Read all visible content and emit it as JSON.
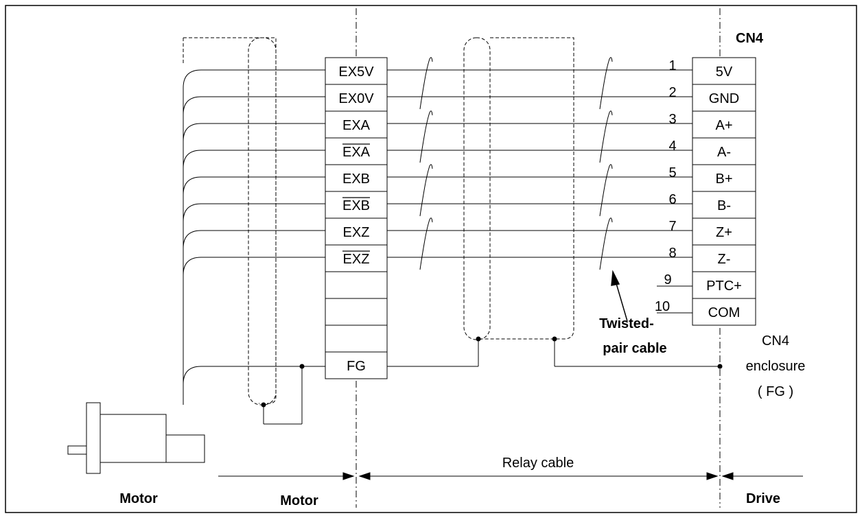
{
  "connector": "CN4",
  "encoder_signals": [
    "EX5V",
    "EX0V",
    "EXA",
    "EXA",
    "EXB",
    "EXB",
    "EXZ",
    "EXZ"
  ],
  "encoder_signals_overbar": [
    false,
    false,
    false,
    true,
    false,
    true,
    false,
    true
  ],
  "fg_label": "FG",
  "pins": [
    {
      "number": "1",
      "label": "5V"
    },
    {
      "number": "2",
      "label": "GND"
    },
    {
      "number": "3",
      "label": "A+"
    },
    {
      "number": "4",
      "label": "A-"
    },
    {
      "number": "5",
      "label": "B+"
    },
    {
      "number": "6",
      "label": "B-"
    },
    {
      "number": "7",
      "label": "Z+"
    },
    {
      "number": "8",
      "label": "Z-"
    },
    {
      "number": "9",
      "label": "PTC+"
    },
    {
      "number": "10",
      "label": "COM"
    }
  ],
  "twisted_pair_label": [
    "Twisted-",
    "pair cable"
  ],
  "enclosure_label": [
    "CN4",
    "enclosure",
    "( FG )"
  ],
  "relay_cable_label": "Relay cable",
  "section_labels": {
    "motor_left": "Motor",
    "motor_section": "Motor",
    "drive": "Drive"
  }
}
